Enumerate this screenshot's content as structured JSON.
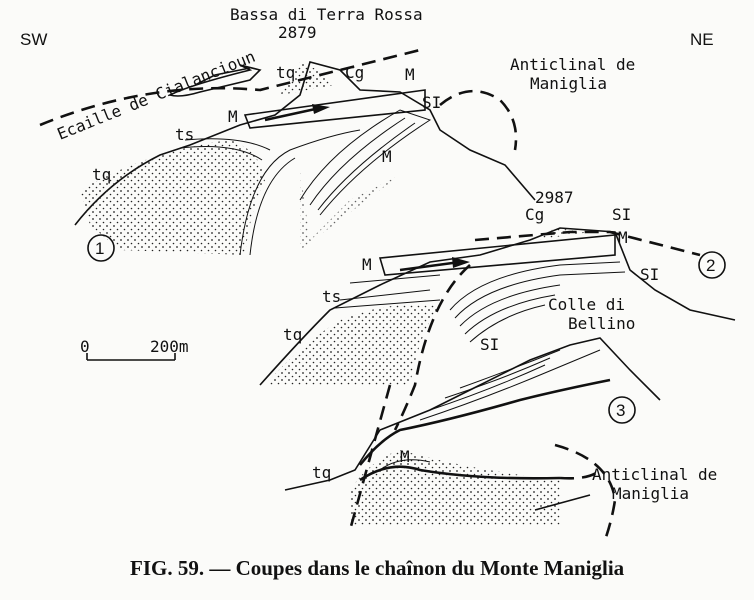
{
  "figure": {
    "caption": "FIG. 59. — Coupes dans le chaînon du Monte Maniglia",
    "orientation": {
      "left": "SW",
      "right": "NE"
    },
    "scale_bar": {
      "start": "0",
      "end": "200m"
    },
    "section1": {
      "number": "1",
      "summit_name": "Bassa di Terra Rossa",
      "summit_altitude": "2879",
      "thrust_label": "Ecaille de Cialancioun",
      "anticline_label": "Anticlinal de Maniglia",
      "labels": {
        "tq_top": "tq",
        "cg": "Cg",
        "m_top": "M",
        "si": "SI",
        "m_left": "M",
        "ts": "ts",
        "tq": "tq",
        "m_bottom": "M"
      }
    },
    "section2": {
      "number": "2",
      "summit_altitude": "2987",
      "pass_label": "Colle di Bellino",
      "labels": {
        "cg": "Cg",
        "si_top": "SI",
        "m_top": "M",
        "si_right": "SI",
        "m_left": "M",
        "ts": "ts",
        "tq": "tq",
        "si_bottom": "SI"
      }
    },
    "section3": {
      "number": "3",
      "anticline_label": "Anticlinal de Maniglia",
      "labels": {
        "m": "M",
        "tq": "tq"
      }
    }
  }
}
